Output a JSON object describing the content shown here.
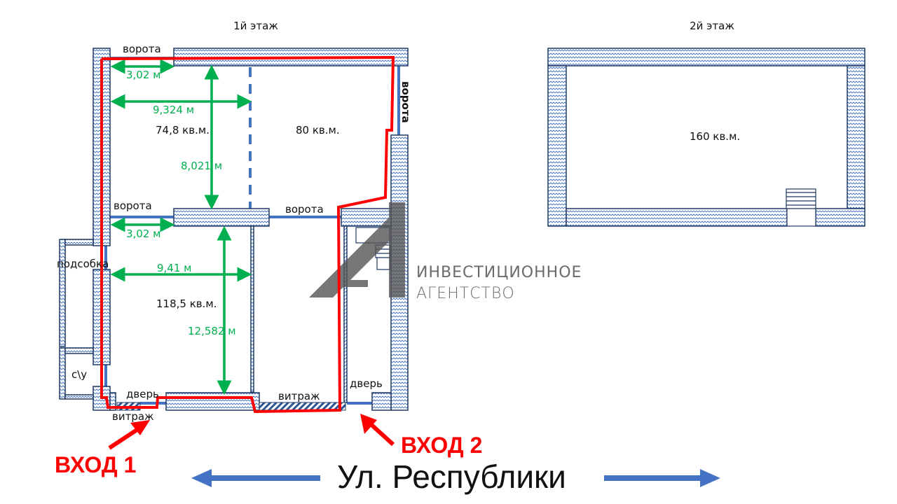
{
  "floor1": {
    "title": "1й этаж",
    "labels": {
      "gate_top": "ворота",
      "gate_right": "ворота",
      "gate_mid_left": "ворота",
      "gate_mid_right": "ворота",
      "utility": "подсобка",
      "wc": "с\\у",
      "door_left": "дверь",
      "glass_left": "витраж",
      "glass_right": "витраж",
      "door_right": "дверь"
    },
    "areas": {
      "room1": "74,8 кв.м.",
      "room2": "80 кв.м.",
      "room3": "118,5 кв.м."
    },
    "dimensions": {
      "top_gate_width": "3,02 м",
      "room1_width": "9,324 м",
      "room1_depth": "8,021 м",
      "mid_gate_width": "3,02 м",
      "room3_width": "9,41 м",
      "room3_depth": "12,582 м"
    }
  },
  "floor2": {
    "title": "2й этаж",
    "area": "160 кв.м."
  },
  "entrances": {
    "entry1": "ВХОД 1",
    "entry2": "ВХОД 2"
  },
  "street": "Ул. Республики",
  "logo": {
    "line1": "ИНВЕСТИЦИОННОЕ",
    "line2": "АГЕНТСТВО"
  },
  "colors": {
    "wall_border": "#1F3864",
    "wall_hatch": "#4472C4",
    "route": "#FF0000",
    "dimension": "#00B050",
    "street_arrow": "#4472C4"
  }
}
